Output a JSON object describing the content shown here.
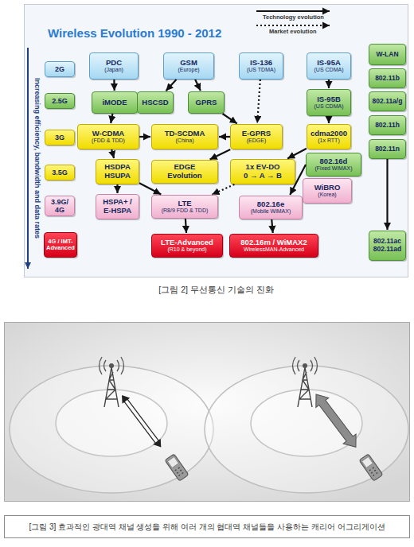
{
  "diagram": {
    "title": "Wireless Evolution 1990 - 2012",
    "caption": "[그림 2] 무선통신 기술의 진화",
    "nodes": [
      {
        "text": [
          "2G"
        ]
      },
      {
        "text": [
          "PDC",
          "(Japan)"
        ]
      },
      {
        "text": [
          "GSM",
          "(Europe)"
        ]
      },
      {
        "text": [
          "IS-136",
          "(US TDMA)"
        ]
      },
      {
        "text": [
          "IS-95A",
          "(US CDMA)"
        ]
      },
      {
        "text": [
          "W-LAN"
        ]
      },
      {
        "text": [
          "802.11b"
        ]
      },
      {
        "text": [
          "2.5G"
        ]
      },
      {
        "text": [
          "iMODE"
        ]
      },
      {
        "text": [
          "HSCSD"
        ]
      },
      {
        "text": [
          "GPRS"
        ]
      },
      {
        "text": [
          "IS-95B",
          "(US CDMA)"
        ]
      },
      {
        "text": [
          "802.11a/g"
        ]
      },
      {
        "text": [
          "802.11h"
        ]
      },
      {
        "text": [
          "3G"
        ]
      },
      {
        "text": [
          "W-CDMA",
          "(FDD & TDD)"
        ]
      },
      {
        "text": [
          "TD-SCDMA",
          "(China)"
        ]
      },
      {
        "text": [
          "E-GPRS",
          "(EDGE)"
        ]
      },
      {
        "text": [
          "cdma2000",
          "(1x RTT)"
        ]
      },
      {
        "text": [
          "802.11n"
        ]
      },
      {
        "text": [
          "3.5G"
        ]
      },
      {
        "text": [
          "HSDPA HSUPA"
        ]
      },
      {
        "text": [
          "EDGE Evolution"
        ]
      },
      {
        "text": [
          "1x EV-DO",
          "0 → A → B"
        ]
      },
      {
        "text": [
          "802.16d",
          "(Fixed WiMAX)"
        ]
      },
      {
        "text": [
          "WiBRO",
          "(Korea)"
        ]
      },
      {
        "text": [
          "3.9G/ 4G"
        ]
      },
      {
        "text": [
          "HSPA+ / E-HSPA"
        ]
      },
      {
        "text": [
          "LTE",
          "(R8/9 FDD & TDD)"
        ]
      },
      {
        "text": [
          "802.16e",
          "(Mobile WiMAX)"
        ]
      },
      {
        "text": [
          "4G / IMT-Advanced"
        ]
      },
      {
        "text": [
          "LTE-Advanced",
          "(R10 & beyond)"
        ]
      },
      {
        "text": [
          "802.16m / WiMAX2",
          "WirelessMAN-Advanced"
        ]
      },
      {
        "text": [
          "802.11ac 802.11ad"
        ]
      }
    ],
    "edges": [
      {
        "from": 1,
        "to": 8,
        "arrow": "to"
      },
      {
        "from": 2,
        "to": 9,
        "arrow": "to"
      },
      {
        "from": 2,
        "to": 10,
        "arrow": "to"
      },
      {
        "from": 3,
        "to": 17,
        "arrow": "to"
      },
      {
        "from": 4,
        "to": 11,
        "arrow": "to"
      },
      {
        "from": 8,
        "to": 15,
        "arrow": "to"
      },
      {
        "from": 10,
        "to": 17,
        "arrow": "to"
      },
      {
        "from": 15,
        "to": 16,
        "arrow": "to"
      },
      {
        "from": 17,
        "to": 16,
        "arrow": "to"
      },
      {
        "from": 11,
        "to": 18,
        "arrow": "to"
      },
      {
        "from": 15,
        "to": 21,
        "arrow": "to"
      },
      {
        "from": 17,
        "to": 22,
        "arrow": "to"
      },
      {
        "from": 18,
        "to": 23,
        "arrow": "to"
      },
      {
        "from": 21,
        "to": 27,
        "arrow": "to"
      },
      {
        "from": 21,
        "to": 28,
        "arrow": "to"
      },
      {
        "from": 23,
        "to": 28,
        "arrow": "to"
      },
      {
        "from": 24,
        "to": 29,
        "arrow": "to"
      },
      {
        "from": 28,
        "to": 31,
        "arrow": "to"
      },
      {
        "from": 29,
        "to": 32,
        "arrow": "to"
      },
      {
        "from": 19,
        "to": 33,
        "arrow": "to"
      }
    ],
    "labels": [
      "Increasing efficiency, bandwidth and data rates",
      "[그림 3] 효과적인 광대역 채널 생성을 위해 여러 개의 협대역 채널들을 사용하는 캐리어 어그리게이션"
    ],
    "legend": [
      {
        "text": "Technology evolution"
      },
      {
        "text": "Market evolution"
      }
    ]
  }
}
